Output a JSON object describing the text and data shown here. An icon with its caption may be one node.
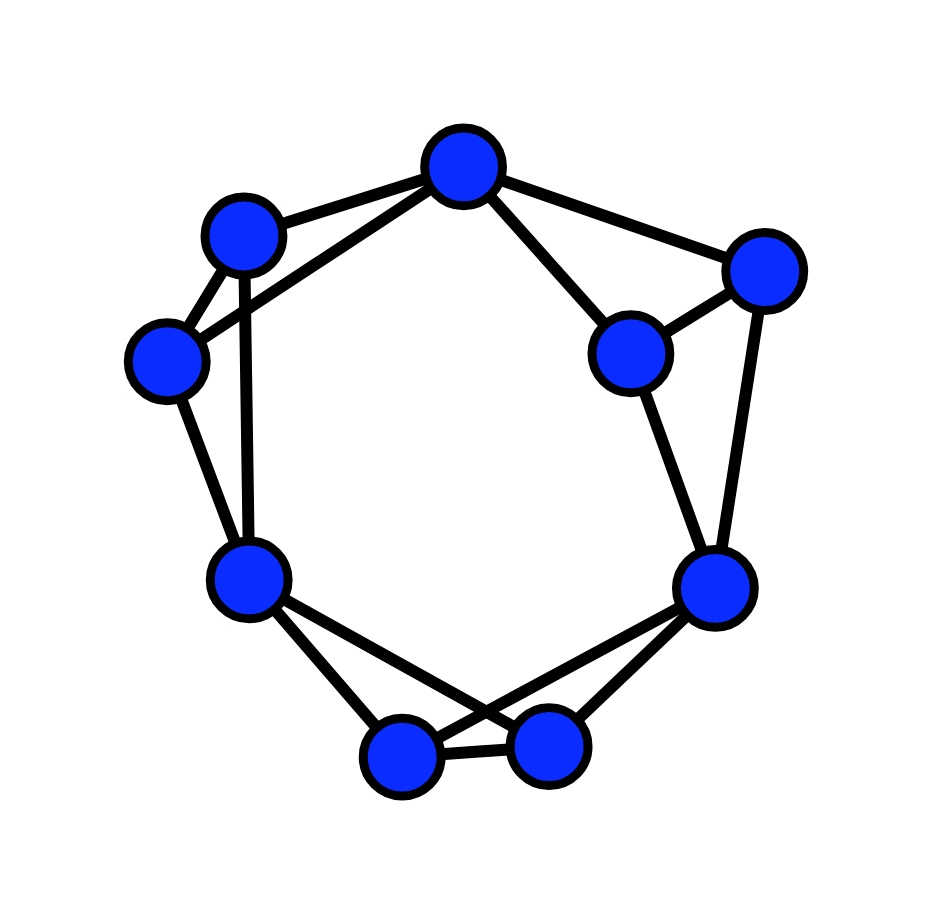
{
  "diagram": {
    "nodes": [
      {
        "text": [],
        "shape": "circle"
      },
      {
        "text": [],
        "shape": "circle"
      },
      {
        "text": [],
        "shape": "circle"
      },
      {
        "text": [],
        "shape": "circle"
      },
      {
        "text": [],
        "shape": "circle"
      },
      {
        "text": [],
        "shape": "circle"
      },
      {
        "text": [],
        "shape": "circle"
      },
      {
        "text": [],
        "shape": "circle"
      },
      {
        "text": [],
        "shape": "circle"
      }
    ],
    "edges": [
      {
        "from": 0,
        "to": 1,
        "arrow": "none"
      },
      {
        "from": 0,
        "to": 2,
        "arrow": "none"
      },
      {
        "from": 0,
        "to": 3,
        "arrow": "none"
      },
      {
        "from": 0,
        "to": 4,
        "arrow": "none"
      },
      {
        "from": 1,
        "to": 3,
        "arrow": "none"
      },
      {
        "from": 1,
        "to": 6,
        "arrow": "none"
      },
      {
        "from": 2,
        "to": 4,
        "arrow": "none"
      },
      {
        "from": 2,
        "to": 7,
        "arrow": "none"
      },
      {
        "from": 3,
        "to": 6,
        "arrow": "none"
      },
      {
        "from": 4,
        "to": 7,
        "arrow": "none"
      },
      {
        "from": 6,
        "to": 5,
        "arrow": "none"
      },
      {
        "from": 5,
        "to": 7,
        "arrow": "none"
      },
      {
        "from": 5,
        "to": 8,
        "arrow": "none"
      },
      {
        "from": 6,
        "to": 8,
        "arrow": "none"
      },
      {
        "from": 7,
        "to": 8,
        "arrow": "none"
      }
    ]
  }
}
